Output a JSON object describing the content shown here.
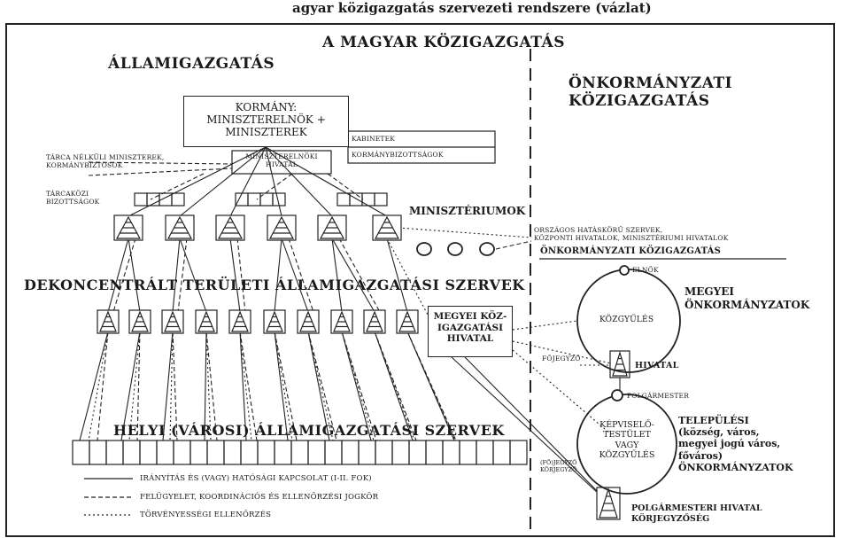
{
  "top_title_cut": "agyar közigazgatás szervezeti rendszere (vázlat)",
  "main_title": "A MAGYAR KÖZIGAZGATÁS",
  "left_title": "ÁLLAMIGAZGATÁS",
  "right_title": "ÖNKORMÁNYZATI\nKÖZIGAZGATÁS",
  "government": {
    "box": "KORMÁNY:\nMINISZTERELNÖK +\nMINISZTEREK",
    "kabinetek": "KABINETEK",
    "bizottsagok": "KORMÁNYBIZOTTSÁGOK",
    "pm_office": "MINISZTERELNÖKI\nHIVATAL",
    "ministers_without": "TÁRCA NÉLKÜLI MINISZTEREK,\nKORMÁNYBIZTOSOK",
    "interministerial": "TÁRCAKÖZI\nBIZOTTSÁGOK",
    "ministries": "MINISZTÉRIUMOK",
    "national_bodies": "ORSZÁGOS HATÁSKÖRŰ SZERVEK,\nKÖZPONTI HIVATALOK, MINISZTÉRIUMI HIVATALOK"
  },
  "deconcentrated": "DEKONCENTRÁLT TERÜLETI ÁLLAMIGAZGATÁSI SZERVEK",
  "county_admin": "MEGYEI KÖZ-\nIGAZGATÁSI\nHIVATAL",
  "local_state": "HELYI (VÁROSI) ÁLLAMIGAZGATÁSI SZERVEK",
  "self_gov": {
    "header": "ÖNKORMÁNYZATI KÖZIGAZGATÁS",
    "elnok": "ELNÖK",
    "kozgyules": "KÖZGYŰLÉS",
    "megyei": "MEGYEI\nÖNKORMÁNYZATOK",
    "fojegyzo": "FŐJEGYZŐ",
    "hivatal": "HIVATAL",
    "polgarmester": "POLGÁRMESTER",
    "kepviselo": "KÉPVISELŐ-\nTESTÜLET\nVAGY\nKÖZGYŰLÉS",
    "telepulesi": "TELEPÜLÉSI\n(község, város,\nmegyei jogú város,\nfőváros)\nÖNKORMÁNYZATOK",
    "jegyzo": "(FŐ)JEGYZŐ\nKÖRJEGYZŐ",
    "polg_hivatal": "POLGÁRMESTERI HIVATAL\nKÖRJEGYZŐSÉG"
  },
  "legend": [
    {
      "style": "solid",
      "label": "IRÁNYÍTÁS ÉS (VAGY) HATÓSÁGI KAPCSOLAT (I-II. FOK)"
    },
    {
      "style": "dashed",
      "label": "FELÜGYELET, KOORDINÁCIÓS ÉS ELLENŐRZÉSI JOGKÖR"
    },
    {
      "style": "dotted",
      "label": "TÖRVÉNYESSÉGI ELLENŐRZÉS"
    }
  ]
}
